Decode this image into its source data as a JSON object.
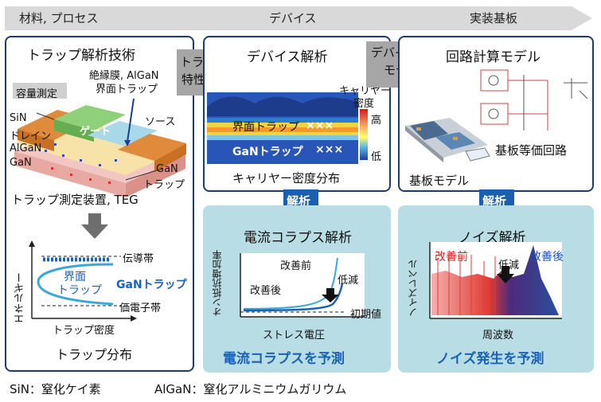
{
  "stages": {
    "materials": "材料, プロセス",
    "device": "デバイス",
    "board": "実装基板"
  },
  "panel1": {
    "title": "トラップ解析技術",
    "capacitance": "容量測定",
    "insulator_trap": "絶縁膜, AlGaN",
    "interface_trap": "界面トラップ",
    "sin": "SiN",
    "gate": "ゲート",
    "source": "ソース",
    "drain": "ドレイン",
    "algan": "AlGaN",
    "gan": "GaN",
    "gan_trap_a": "GaN",
    "gan_trap_b": "トラップ",
    "equipment": "トラップ測定装置, TEG",
    "conduction_band": "伝導帯",
    "interface_trap_a": "界面",
    "interface_trap_b": "トラップ",
    "gan_trap": "GaNトラップ",
    "valence_band": "価電子帯",
    "energy_axis": "エネルギー",
    "density_axis": "トラップ密度",
    "caption": "トラップ分布"
  },
  "arrow1": {
    "line1": "トラップ",
    "line2": "特性"
  },
  "panel2": {
    "title": "デバイス解析",
    "carrier_density_a": "キャリヤー",
    "carrier_density_b": "密度",
    "high": "高",
    "low": "低",
    "interface_trap": "界面トラップ",
    "gan_trap": "GaNトラップ",
    "caption": "キャリヤー密度分布"
  },
  "arrow2": {
    "line1": "デバイス",
    "line2": "モデル"
  },
  "panel3": {
    "title": "回路計算モデル",
    "equiv_circuit": "基板等価回路",
    "board_model": "基板モデル"
  },
  "analysis_label": "解析",
  "panel4": {
    "title": "電流コラプス解析",
    "before": "改善前",
    "after": "改善後",
    "reduce": "低減",
    "initial": "初期値",
    "y_axis": "オン抵抗増加率",
    "x_axis": "ストレス電圧",
    "conclusion": "電流コラプスを予測"
  },
  "panel5": {
    "title": "ノイズ解析",
    "before": "改善前",
    "reduce": "低減",
    "after": "改善後",
    "y_axis": "ノイズレベル",
    "x_axis": "周波数",
    "conclusion": "ノイズ発生を予測"
  },
  "footer": {
    "sin_def": "SiN：窒化ケイ素",
    "algan_def": "AlGaN：窒化アルミニウムガリウム"
  },
  "colors": {
    "panel_border": "#1f3a6e",
    "teal_bg": "#b9dde5",
    "accent_blue": "#1b62b3",
    "arrow_grey": "#a6a6a6"
  }
}
